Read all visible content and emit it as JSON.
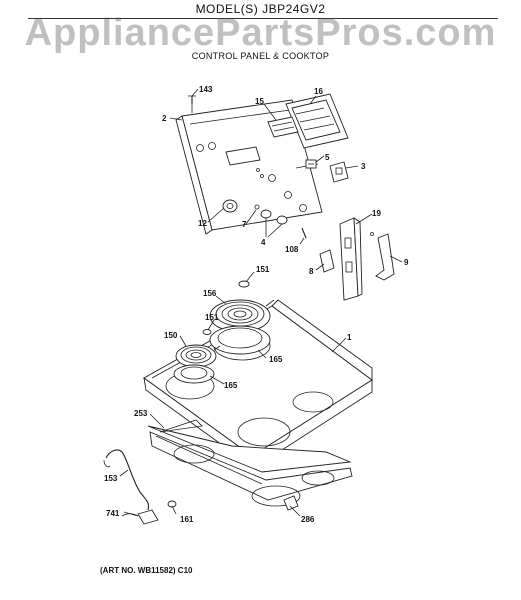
{
  "header": {
    "model": "MODEL(S) JBP24GV2",
    "watermark": "AppliancePartsPros.com",
    "subtitle": "CONTROL PANEL & COOKTOP"
  },
  "footer": {
    "art_no": "(ART NO. WB11582) C10"
  },
  "callouts": {
    "c143": "143",
    "c2": "2",
    "c15": "15",
    "c16": "16",
    "c5": "5",
    "c3": "3",
    "c12": "12",
    "c7": "7",
    "c4": "4",
    "c108": "108",
    "c19": "19",
    "c8": "8",
    "c9": "9",
    "c151a": "151",
    "c156": "156",
    "c151b": "151",
    "c150": "150",
    "c1": "1",
    "c165a": "165",
    "c165b": "165",
    "c253": "253",
    "c153": "153",
    "c741": "741",
    "c161": "161",
    "c286": "286"
  }
}
